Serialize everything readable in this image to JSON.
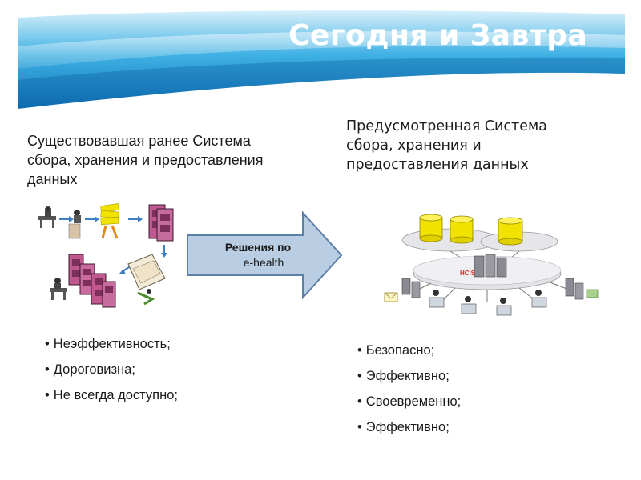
{
  "title": "Сегодня и Завтра",
  "left": {
    "heading": [
      "Существовавшая ранее Система",
      "сбора, хранения и предоставления",
      "данных"
    ],
    "bullets": [
      "Неэффективность;",
      "Дороговизна;",
      "Не всегда доступно;"
    ]
  },
  "arrow": {
    "line1": "Решения по",
    "line2": "e-health"
  },
  "right": {
    "heading": [
      "Предусмотренная Система",
      "сбора, хранения и",
      "предоставления данных"
    ],
    "bullets": [
      "Безопасно;",
      "Эффективно;",
      "Своевременно;",
      "Эффективно;"
    ],
    "diagram_center_label": "HCIS"
  },
  "colors": {
    "banner_light": "#bfe3f5",
    "banner_mid": "#2aa3dc",
    "banner_dark": "#0f73b8",
    "arrow_fill": "#b9cde3",
    "arrow_stroke": "#5d7fa6",
    "cabinet": "#c0578f",
    "db_yellow": "#f2e200"
  }
}
